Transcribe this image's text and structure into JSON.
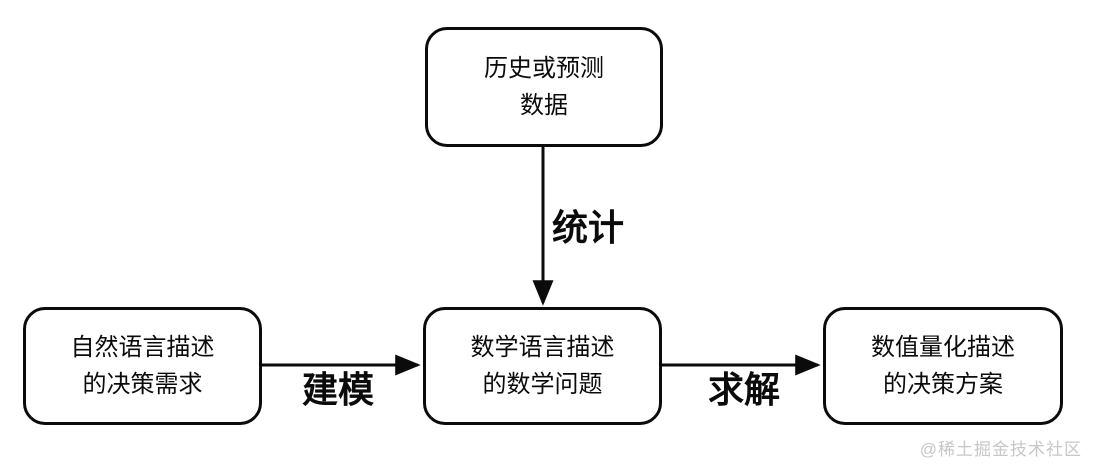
{
  "diagram": {
    "background_color": "#ffffff",
    "line_color": "#0b0b0b",
    "watermark_color": "#c7c7c7",
    "nodes": {
      "data": {
        "line1": "历史或预测",
        "line2": "数据"
      },
      "need": {
        "line1": "自然语言描述",
        "line2": "的决策需求"
      },
      "problem": {
        "line1": "数学语言描述",
        "line2": "的数学问题"
      },
      "solution": {
        "line1": "数值量化描述",
        "line2": "的决策方案"
      }
    },
    "edges": {
      "statistics": {
        "label": "统计"
      },
      "modeling": {
        "label": "建模"
      },
      "solving": {
        "label": "求解"
      }
    },
    "watermark": "@稀土掘金技术社区"
  }
}
